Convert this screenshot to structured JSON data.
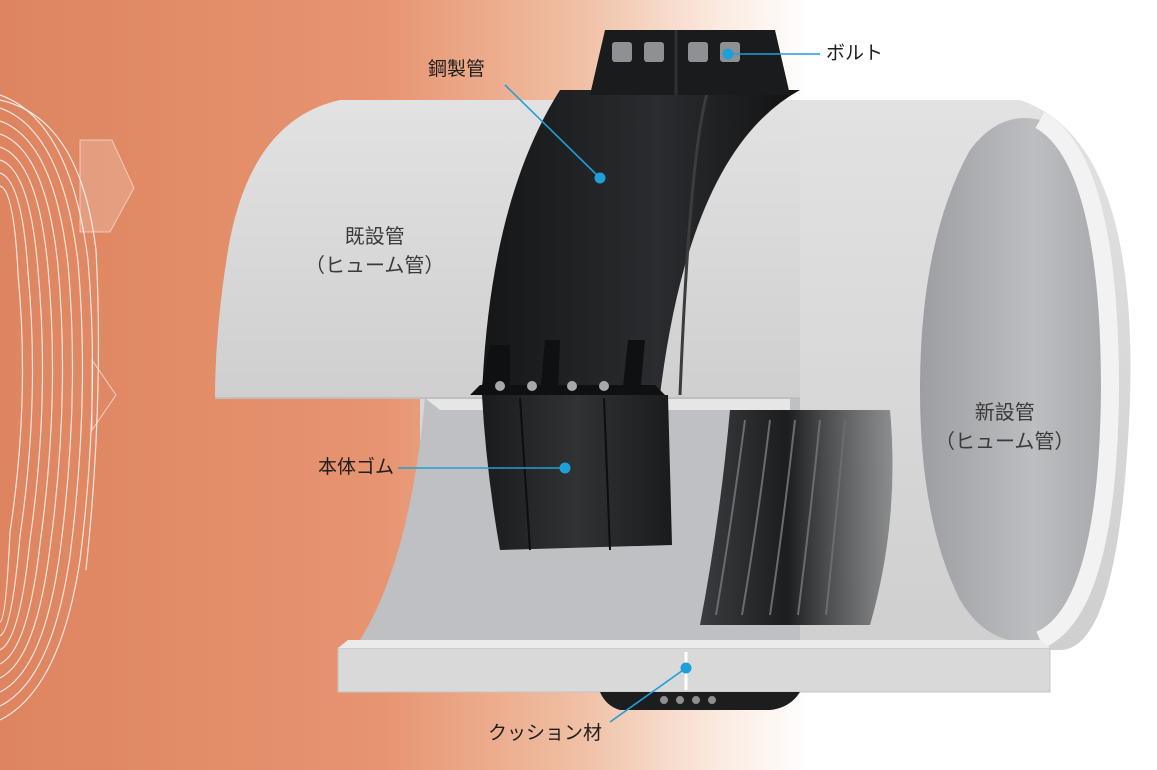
{
  "labels": {
    "steel_pipe": "鋼製管",
    "bolt": "ボルト",
    "existing_pipe": {
      "name": "既設管",
      "sub": "（ヒューム管）"
    },
    "new_pipe": {
      "name": "新設管",
      "sub": "（ヒューム管）"
    },
    "rubber_body": "本体ゴム",
    "cushion": "クッション材"
  },
  "colors": {
    "background_left": "#E4906C",
    "background_right": "#FFFFFF",
    "concrete": "#D8D8D8",
    "band": "#1B1D1F",
    "leader": "#1E9FD8"
  }
}
